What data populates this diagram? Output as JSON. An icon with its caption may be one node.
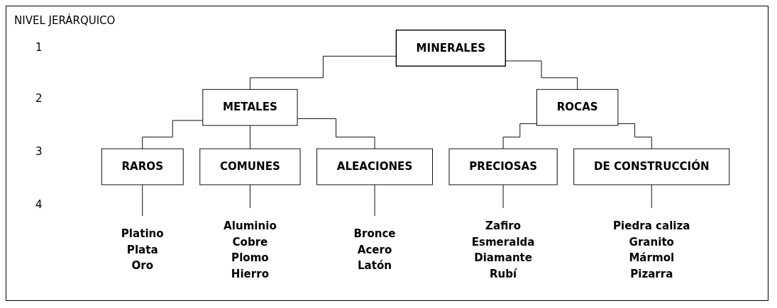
{
  "diagram": {
    "nodes": [
      {
        "text": [
          "MINERALES"
        ]
      },
      {
        "text": [
          "METALES"
        ]
      },
      {
        "text": [
          "ROCAS"
        ]
      },
      {
        "text": [
          "RAROS"
        ]
      },
      {
        "text": [
          "COMUNES"
        ]
      },
      {
        "text": [
          "ALEACIONES"
        ]
      },
      {
        "text": [
          "PRECIOSAS"
        ]
      },
      {
        "text": [
          "DE CONSTRUCCIÓN"
        ]
      },
      {
        "text": [
          "Platino",
          "Plata",
          "Oro"
        ]
      },
      {
        "text": [
          "Aluminio",
          "Cobre",
          "Plomo",
          "Hierro"
        ]
      },
      {
        "text": [
          "Bronce",
          "Acero",
          "Latón"
        ]
      },
      {
        "text": [
          "Zafiro",
          "Esmeralda",
          "Diamante",
          "Rubí"
        ]
      },
      {
        "text": [
          "Piedra caliza",
          "Granito",
          "Mármol",
          "Pizarra"
        ]
      }
    ],
    "edges": [
      {
        "from": 0,
        "to": 1,
        "arrow": "none"
      },
      {
        "from": 0,
        "to": 2,
        "arrow": "none"
      },
      {
        "from": 1,
        "to": 3,
        "arrow": "none"
      },
      {
        "from": 1,
        "to": 4,
        "arrow": "none"
      },
      {
        "from": 1,
        "to": 5,
        "arrow": "none"
      },
      {
        "from": 2,
        "to": 6,
        "arrow": "none"
      },
      {
        "from": 2,
        "to": 7,
        "arrow": "none"
      },
      {
        "from": 3,
        "to": 8,
        "arrow": "none"
      },
      {
        "from": 4,
        "to": 9,
        "arrow": "none"
      },
      {
        "from": 5,
        "to": 10,
        "arrow": "none"
      },
      {
        "from": 6,
        "to": 11,
        "arrow": "none"
      },
      {
        "from": 7,
        "to": 12,
        "arrow": "none"
      }
    ],
    "labels": [
      "NIVEL JERÁRQUICO",
      "1",
      "2",
      "3",
      "4"
    ]
  }
}
